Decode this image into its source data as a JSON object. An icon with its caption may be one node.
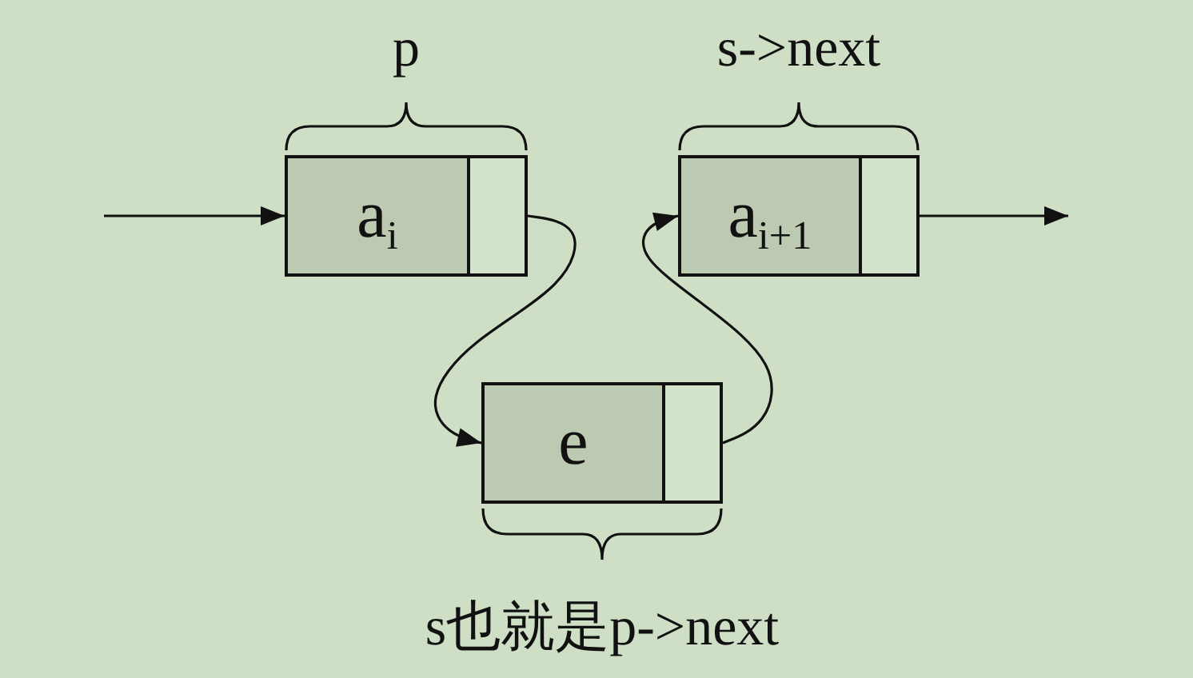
{
  "diagram": {
    "nodes": [
      {
        "text": [
          "p"
        ]
      },
      {
        "text": [
          "a$_{i}$"
        ],
        "in": 0
      },
      {
        "text": [],
        "shape": "box",
        "in": 0
      },
      {
        "text": [
          "s->next"
        ]
      },
      {
        "text": [
          "a$_{i+1}$"
        ],
        "in": 3
      },
      {
        "text": [],
        "shape": "box",
        "in": 3
      },
      {
        "text": [
          "s也就是p->next"
        ]
      },
      {
        "text": [
          "e"
        ],
        "in": 6
      },
      {
        "text": [],
        "shape": "box",
        "in": 6
      }
    ],
    "edges": [
      {
        "from": null,
        "to": 1,
        "arrow": "to"
      },
      {
        "from": 2,
        "to": 7,
        "arrow": "to"
      },
      {
        "from": 8,
        "to": 4,
        "arrow": "to"
      },
      {
        "from": 5,
        "to": null,
        "arrow": "to"
      }
    ]
  }
}
